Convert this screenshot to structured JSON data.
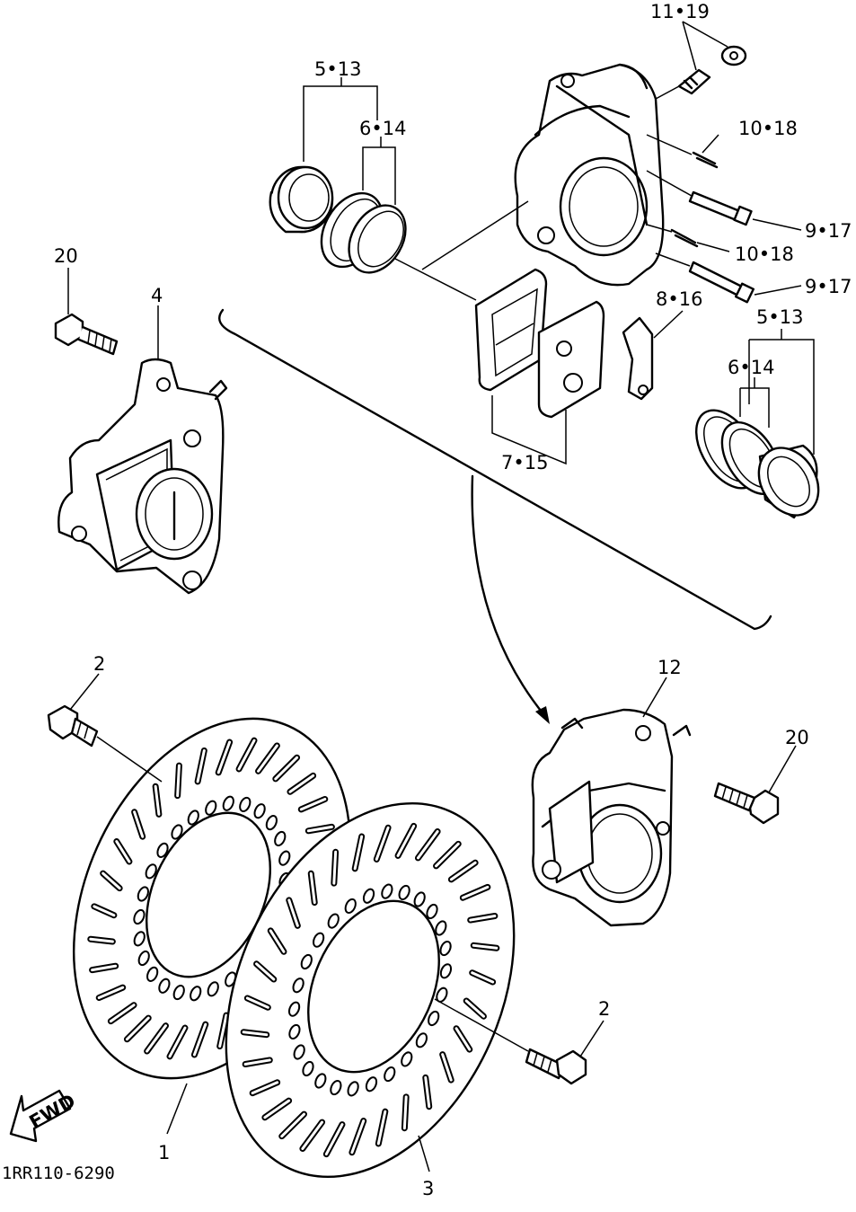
{
  "callouts": {
    "c_11_19": "11•19",
    "c_5_13_top": "5•13",
    "c_6_14_top": "6•14",
    "c_10_18_a": "10•18",
    "c_9_17_a": "9•17",
    "c_10_18_b": "10•18",
    "c_9_17_b": "9•17",
    "c_8_16": "8•16",
    "c_5_13_right": "5•13",
    "c_6_14_right": "6•14",
    "c_7_15": "7•15",
    "c_20_left": "20",
    "c_4": "4",
    "c_2_left": "2",
    "c_12": "12",
    "c_20_right": "20",
    "c_2_right": "2",
    "c_1": "1",
    "c_3": "3"
  },
  "fwd_label": "FWD",
  "diagram_code": "1RR110-6290"
}
